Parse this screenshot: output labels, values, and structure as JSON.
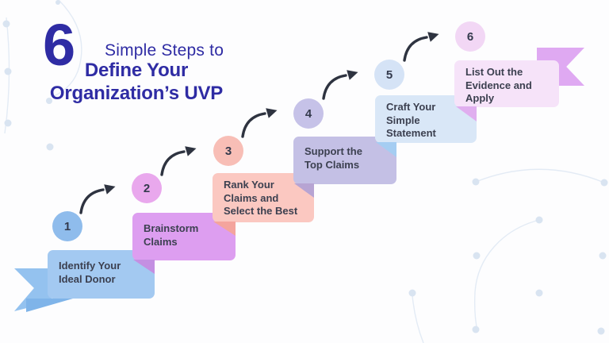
{
  "title": {
    "big_number": "6",
    "line1": "Simple Steps to",
    "line2": "Define Your",
    "line3": "Organization’s UVP",
    "color": "#2F2CA4"
  },
  "colors": {
    "background": "#FDFDFE",
    "arrow": "#2E3340",
    "step_text": "#3C4050",
    "number_text": "#343A4D",
    "decor_stroke": "#E3EBF5",
    "decor_dot": "#D9E4F1"
  },
  "steps": [
    {
      "number": "1",
      "label": "Identify Your\nIdeal Donor",
      "circle_color": "#8FBCEC",
      "box_color": "#A3C9F1",
      "fold_color": "#7FB4E9",
      "tail_color": "#94C2EF"
    },
    {
      "number": "2",
      "label": "Brainstorm\nClaims",
      "circle_color": "#E9A8ED",
      "box_color": "#DD9EF0",
      "fold_color": "#C48FE2"
    },
    {
      "number": "3",
      "label": "Rank Your\nClaims and\nSelect the Best",
      "circle_color": "#F8BEB6",
      "box_color": "#FBC8C1",
      "fold_color": "#F4A49D"
    },
    {
      "number": "4",
      "label": "Support the\nTop Claims",
      "circle_color": "#C6C2E8",
      "box_color": "#C4C0E5",
      "fold_color": "#B7A4D3"
    },
    {
      "number": "5",
      "label": "Craft Your\nSimple\nStatement",
      "circle_color": "#D5E3F6",
      "box_color": "#D9E7F7",
      "fold_color": "#A5CDF2"
    },
    {
      "number": "6",
      "label": "List Out the\nEvidence and\nApply",
      "circle_color": "#F2D7F5",
      "box_color": "#F6E3F9",
      "fold_color": "#E0AEEF",
      "tail_color": "#DFA9F2"
    }
  ]
}
